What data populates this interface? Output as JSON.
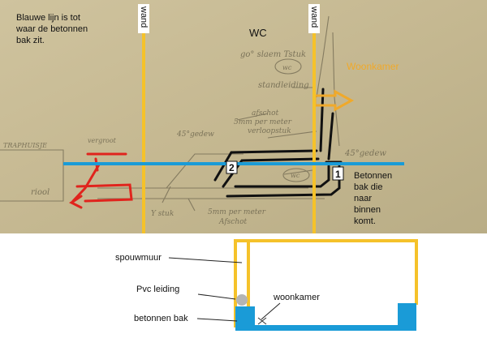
{
  "top_sketch": {
    "note_blue_line": [
      "Blauwe lijn is tot",
      "waar de betonnen",
      "bak zit."
    ],
    "wall_left_label": "wand",
    "wall_right_label": "wand",
    "wc_label": "WC",
    "woonkamer_label": "Woonkamer",
    "box_note": [
      "Betonnen",
      "bak die",
      "naar",
      "binnen",
      "komt."
    ],
    "marker_1": "1",
    "marker_2": "2",
    "handwritten": {
      "slope1": "go° slaem Tstuk",
      "wc1": "wc",
      "standleiding": "standleiding",
      "afschot_top": [
        "afschot",
        "5mm per meter"
      ],
      "verloop": "verloopstuk",
      "bocht45_left": "45°gedew",
      "bocht45_right": "45°gedew",
      "wc2": "wc",
      "trap": "TRAPHUISJE",
      "riool": "riool",
      "ystuk": "Y stuk",
      "afschot_bottom": [
        "5mm per meter",
        "Afschot"
      ],
      "left_small": "vergroot"
    }
  },
  "bottom_section": {
    "spouwmuur_label": "spouwmuur",
    "pvc_label": "Pvc leiding",
    "bak_label": "betonnen bak",
    "woonkamer_label": "woonkamer"
  },
  "colors": {
    "paper": "#c8bc95",
    "yellow": "#f5c22a",
    "blue": "#1a9bd7",
    "black": "#111111",
    "red": "#e0241d",
    "orange": "#f0a92a",
    "pvc_grey": "#b4b4b4"
  }
}
